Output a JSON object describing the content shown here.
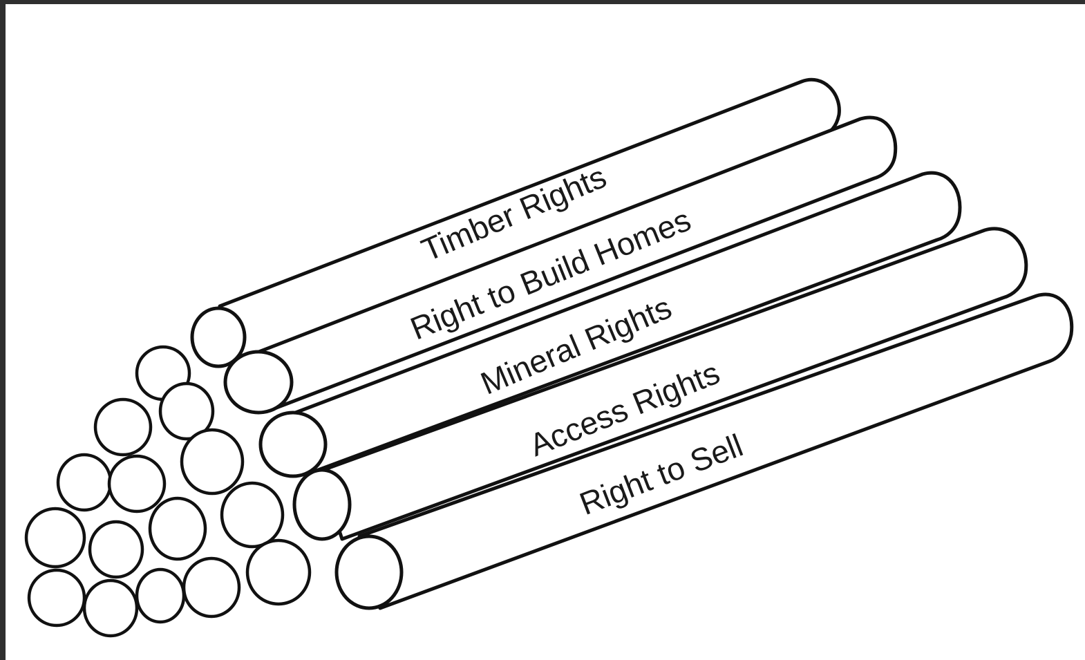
{
  "diagram": {
    "sticks": [
      {
        "label": "Timber Rights"
      },
      {
        "label": "Right to Build Homes"
      },
      {
        "label": "Mineral Rights"
      },
      {
        "label": "Access Rights"
      },
      {
        "label": "Right to Sell"
      }
    ]
  }
}
